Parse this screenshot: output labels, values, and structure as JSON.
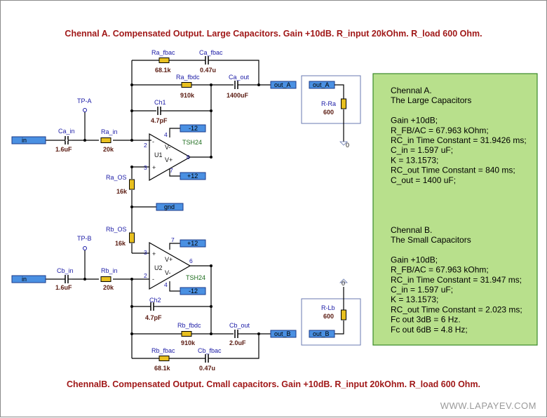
{
  "titles": {
    "top": "Chennal A. Compensated Output. Large Capacitors. Gain +10dB. R_input 20kOhm. R_load 600 Ohm.",
    "bottom": "ChennalB. Compensated Output. Cmall capacitors. Gain +10dB. R_input 20kOhm. R_load 600 Ohm."
  },
  "watermark": "WWW.LAPAYEV.COM",
  "ports": {
    "in_a": "in",
    "in_b": "in",
    "out_a": "out_A",
    "out_b": "out_B",
    "gnd": "gnd",
    "neg12_a": "-12",
    "pos12_a": "+12",
    "pos12_b": "+12",
    "neg12_b": "-12",
    "load_out_a": "out_A",
    "load_out_b": "out_B"
  },
  "channel_a": {
    "ca_in": {
      "name": "Ca_in",
      "value": "1.6uF"
    },
    "ra_in": {
      "name": "Ra_in",
      "value": "20k"
    },
    "tp": "TP-A",
    "ra_fbac": {
      "name": "Ra_fbac",
      "value": "68.1k"
    },
    "ca_fbac": {
      "name": "Ca_fbac",
      "value": "0.47u"
    },
    "ra_fbdc": {
      "name": "Ra_fbdc",
      "value": "910k"
    },
    "ca_out": {
      "name": "Ca_out",
      "value": "1400uF"
    },
    "ch": {
      "name": "Ch1",
      "value": "4.7pF"
    },
    "opamp": {
      "name": "U1",
      "part": "TSH24"
    },
    "ra_os": {
      "name": "Ra_OS",
      "value": "16k"
    },
    "load": {
      "name": "R-Ra",
      "value": "600",
      "node": "0"
    },
    "pins": {
      "p2": "2",
      "p3": "3",
      "p4": "4",
      "p6": "6",
      "p7": "7",
      "vminus": "V-",
      "vplus": "V+",
      "minus": "-",
      "plus": "+"
    }
  },
  "channel_b": {
    "cb_in": {
      "name": "Cb_in",
      "value": "1.6uF"
    },
    "rb_in": {
      "name": "Rb_in",
      "value": "20k"
    },
    "tp": "TP-B",
    "rb_os": {
      "name": "Rb_OS",
      "value": "16k"
    },
    "opamp": {
      "name": "U2",
      "part": "TSH24"
    },
    "ch": {
      "name": "Ch2",
      "value": "4.7pF"
    },
    "rb_fbdc": {
      "name": "Rb_fbdc",
      "value": "910k"
    },
    "cb_out": {
      "name": "Cb_out",
      "value": "2.0uF"
    },
    "rb_fbac": {
      "name": "Rb_fbac",
      "value": "68.1k"
    },
    "cb_fbac": {
      "name": "Cb_fbac",
      "value": "0.47u"
    },
    "load": {
      "name": "R-Lb",
      "value": "600",
      "node": "0"
    },
    "pins": {
      "p2": "2",
      "p3": "3",
      "p4": "4",
      "p6": "6",
      "p7": "7",
      "vminus": "V-",
      "vplus": "V+",
      "minus": "-",
      "plus": "+"
    }
  },
  "notes": {
    "lines": [
      "Chennal A.",
      "The Large Capacitors",
      "",
      "Gain +10dB;",
      "R_FB/AC = 67.963 kOhm;",
      "RC_in Time Constant = 31.9426 ms;",
      "C_in = 1.597 uF;",
      "K = 13.1573;",
      "RC_out Time Constant = 840 ms;",
      "C_out = 1400 uF;",
      "",
      "",
      "",
      "",
      "Chennal B.",
      "The Small Capacitors",
      "",
      "Gain +10dB;",
      "R_FB/AC = 67.963 kOhm;",
      "RC_in Time Constant = 31.947 ms;",
      "C_in = 1.597 uF;",
      "K = 13.1573;",
      "RC_out Time Constant = 2.023 ms;",
      "Fc out 3dB = 6 Hz.",
      "Fc out 6dB = 4.8 Hz;"
    ]
  },
  "colors": {
    "title": "#a01818",
    "port_fill": "#4a90e2",
    "resistor_fill": "#e8c020",
    "note_fill": "#b8e08c",
    "note_border": "#3a8a2a",
    "label": "#1a1aa6",
    "value": "#5a1a10"
  }
}
